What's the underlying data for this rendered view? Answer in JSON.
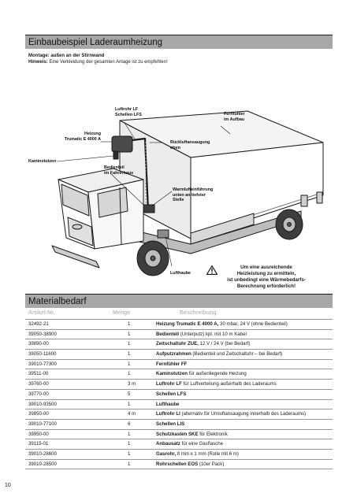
{
  "sections": {
    "heating_example": "Einbaubeispiel Laderaumheizung",
    "materials": "Materialbedarf"
  },
  "intro": {
    "montage": "Montage: außen an der Stirnwand",
    "hint_label": "Hinweis:",
    "hint_text": " Eine Verkleidung der gesamten Anlage ist zu empfehlen!"
  },
  "callouts": {
    "luftrohr": "Luftrohr LF\nSchellen LFS",
    "fernfuehler": "Fernfühler\nim Aufbau",
    "heizung": "Heizung\nTrumatic E 4000 A",
    "rueckluft": "Rückluftansaugung\noben",
    "kaminstutzen": "Kaminstutzen",
    "bedienteil": "Bedienteil\nim Fahrerhaus",
    "warmluft": "Warmlufteinführung\nunten an tiefster\nStelle",
    "lufthaube": "Lufthaube"
  },
  "warning": {
    "icon": "warning-triangle-icon",
    "text": "Um eine ausreichende\nHeizleistung zu ermitteln,\nist unbedingt eine Wärmebedarfs-\nBerechnung erforderlich!"
  },
  "table": {
    "headers": {
      "article": "Artikel-Nr.",
      "qty": "Menge",
      "desc": "Beschreibung"
    },
    "rows": [
      {
        "art": "32492-21",
        "qty": "1",
        "name": "Heizung Trumatic E 4000 A,",
        "rest": " 30 mbar, 24 V (ohne Bedienteil)"
      },
      {
        "art": "39050-38900",
        "qty": "1",
        "name": "Bedienteil",
        "rest": " (Unterputz) kpl. mit 10 m Kabel"
      },
      {
        "art": "39890-00",
        "qty": "1",
        "name": "Zeitschaltuhr ZUE,",
        "rest": " 12 V / 24 V (bei Bedarf)"
      },
      {
        "art": "39050-11600",
        "qty": "1",
        "name": "Aufputzrahmen",
        "rest": " (Bedienteil und Zeitschaltuhr – bei Bedarf)"
      },
      {
        "art": "39010-77300",
        "qty": "1",
        "name": "Fernfühler FF",
        "rest": ""
      },
      {
        "art": "39511-00",
        "qty": "1",
        "name": "Kaminstutzen",
        "rest": " für außenliegende Heizung"
      },
      {
        "art": "39760-00",
        "qty": "3 m",
        "name": "Luftrohr LF",
        "rest": " für Luftverteilung außerhalb des Laderaums"
      },
      {
        "art": "39770-00",
        "qty": "5",
        "name": "Schellen LFS",
        "rest": ""
      },
      {
        "art": "39010-93500",
        "qty": "1",
        "name": "Lufthaube",
        "rest": ""
      },
      {
        "art": "39850-00",
        "qty": "4 m",
        "name": "Luftrohr LI",
        "rest": " (alternativ für Umluftansaugung innerhalb des Laderaums)"
      },
      {
        "art": "39010-77100",
        "qty": "6",
        "name": "Schellen LIS",
        "rest": ""
      },
      {
        "art": "39950-00",
        "qty": "1",
        "name": "Schutzkasten SKE",
        "rest": " für Elektronik"
      },
      {
        "art": "39115-01",
        "qty": "1",
        "name": "Anbausatz",
        "rest": " für eine Gasflasche"
      },
      {
        "art": "39010-28600",
        "qty": "1",
        "name": "Gasrohr,",
        "rest": " 8 mm x 1 mm (Rolle mit 6 m)"
      },
      {
        "art": "39010-28500",
        "qty": "1",
        "name": "Rohrschellen EOS",
        "rest": " (10er Pack)"
      }
    ]
  },
  "page_number": "10"
}
